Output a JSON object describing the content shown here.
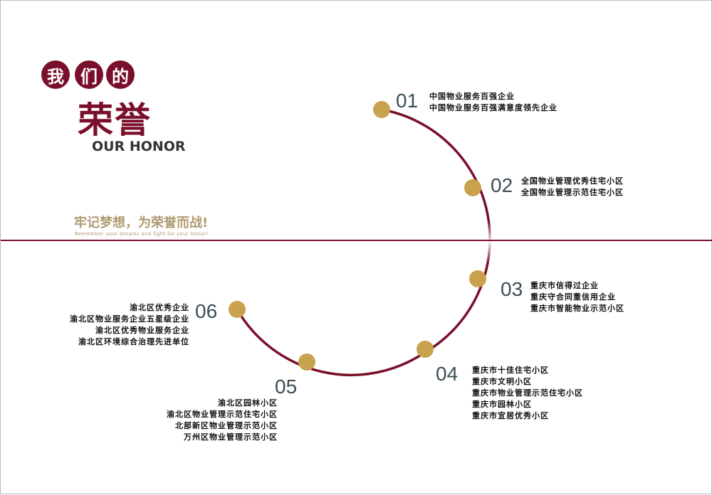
{
  "header": {
    "badges": [
      "我",
      "们",
      "的"
    ],
    "title": "荣誉",
    "subtitle": "OUR HONOR"
  },
  "slogan": {
    "cn": "牢记梦想，为荣誉而战!",
    "en": "Remember your dreams and fight for your honor!"
  },
  "colors": {
    "primary": "#7a0f2b",
    "gold": "#c9a24e",
    "slogan": "#b09a72"
  },
  "honors": [
    {
      "num": "01",
      "items": [
        "中国物业服务百强企业",
        "中国物业服务百强满意度领先企业"
      ]
    },
    {
      "num": "02",
      "items": [
        "全国物业管理优秀住宅小区",
        "全国物业管理示范住宅小区"
      ]
    },
    {
      "num": "03",
      "items": [
        "重庆市信得过企业",
        "重庆守合同重信用企业",
        "重庆市智能物业示范小区"
      ]
    },
    {
      "num": "04",
      "items": [
        "重庆市十佳住宅小区",
        "重庆市文明小区",
        "重庆市物业管理示范住宅小区",
        "重庆市园林小区",
        "重庆市宜居优秀小区"
      ]
    },
    {
      "num": "05",
      "items": [
        "渝北区园林小区",
        "渝北区物业管理示范住宅小区",
        "北部新区物业管理示范小区",
        "万州区物业管理示范小区"
      ]
    },
    {
      "num": "06",
      "items": [
        "渝北区优秀企业",
        "渝北区物业服务企业五星级企业",
        "渝北区优秀物业服务企业",
        "渝北区环境综合治理先进单位"
      ]
    }
  ]
}
